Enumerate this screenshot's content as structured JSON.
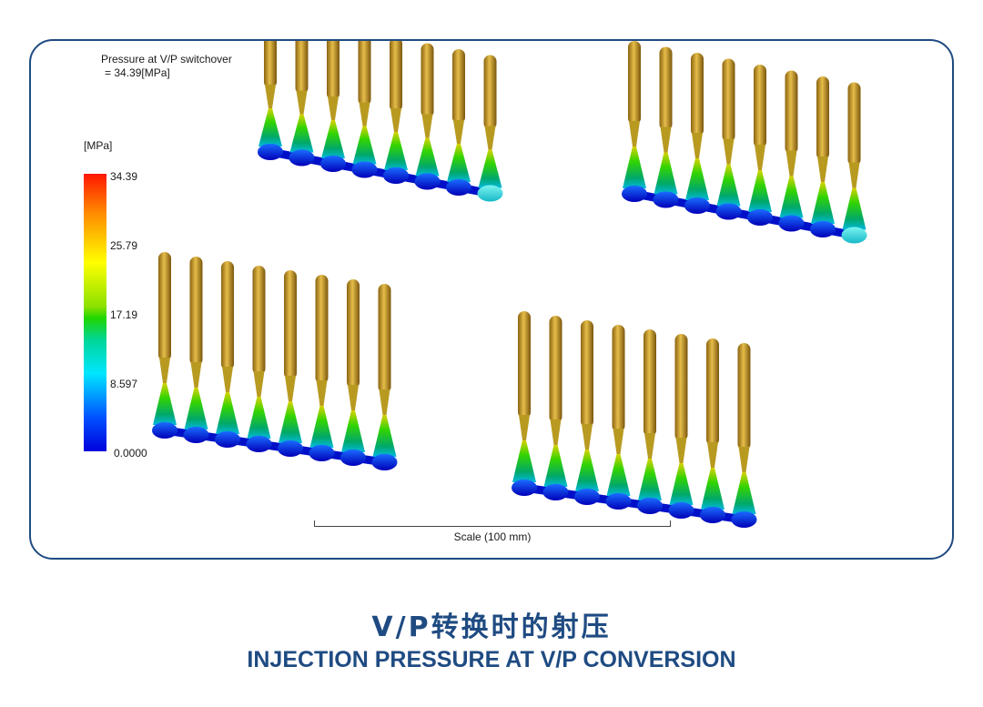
{
  "result": {
    "line1": "Pressure at V/P switchover",
    "line2": "= 34.39[MPa]"
  },
  "legend": {
    "unit": "[MPa]",
    "ticks": [
      "34.39",
      "25.79",
      "17.19",
      "8.597",
      "0.0000"
    ]
  },
  "scale_label": "Scale (100 mm)",
  "caption": {
    "cn": "V/P转换时的射压",
    "en": "INJECTION PRESSURE AT V/P CONVERSION"
  },
  "colors": {
    "frame": "#1f4b82",
    "caption": "#1f4b82",
    "runner_gold": "#c89a2a"
  },
  "clusters": [
    {
      "name": "top-left-cluster"
    },
    {
      "name": "top-right-cluster"
    },
    {
      "name": "bottom-left-cluster"
    },
    {
      "name": "bottom-right-cluster"
    }
  ]
}
